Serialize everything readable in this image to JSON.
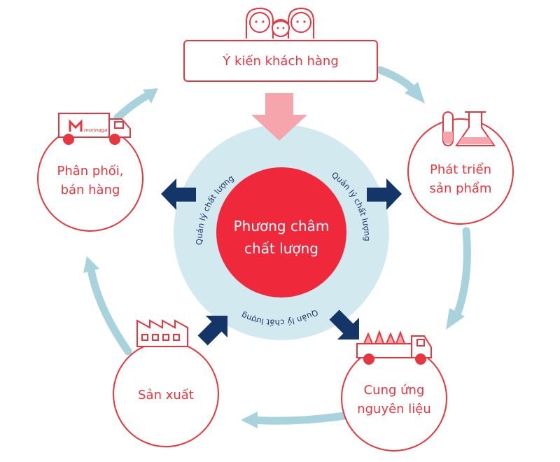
{
  "diagram": {
    "customer_feedback": "Ý kiến khách hàng",
    "center": {
      "line1": "Phương châm",
      "line2": "chất lượng"
    },
    "ring_label": "Quản lý chất lượng",
    "nodes": {
      "product_development": {
        "line1": "Phát triển",
        "line2": "sản phẩm"
      },
      "raw_material_supply": {
        "line1": "Cung ứng",
        "line2": "nguyên liệu"
      },
      "production": {
        "line1": "Sản xuất"
      },
      "distribution_sales": {
        "line1": "Phân phối,",
        "line2": "bán hàng"
      }
    },
    "truck_logo": "morinaga"
  },
  "colors": {
    "red": "#e8353e",
    "center_red": "#f0283c",
    "ring_blue": "#d2e9ef",
    "arrow_blue": "#a9d3dc",
    "navy": "#143567",
    "pink": "#f5a5ab"
  }
}
